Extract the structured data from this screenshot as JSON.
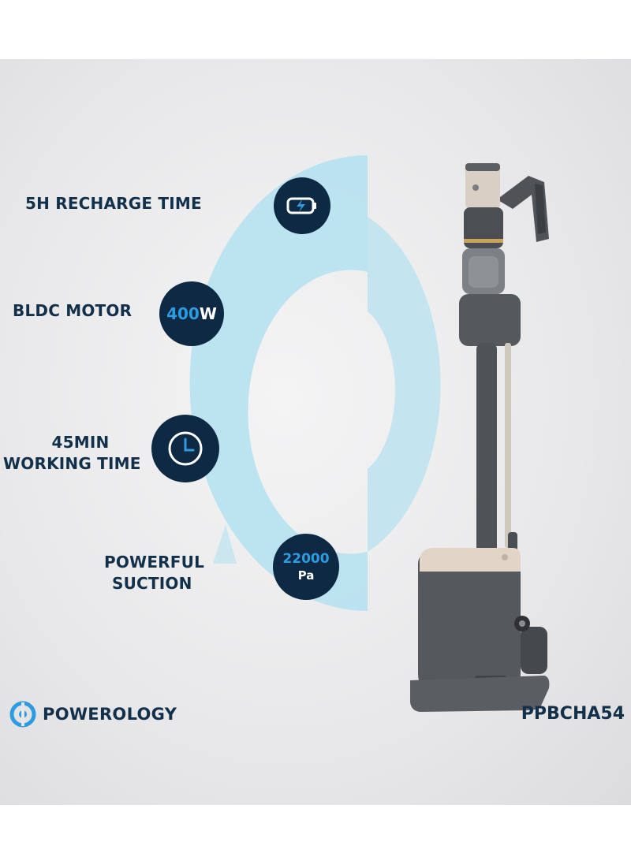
{
  "features": [
    {
      "label": "5H RECHARGE TIME",
      "icon": "battery-charging-icon"
    },
    {
      "label": "BLDC MOTOR",
      "badge_number": "400",
      "badge_unit": "W"
    },
    {
      "label_line1": "45MIN",
      "label_line2": "WORKING TIME",
      "icon": "clock-icon"
    },
    {
      "label_line1": "POWERFUL",
      "label_line2": "SUCTION",
      "badge_number": "22000",
      "badge_unit": "Pa"
    }
  ],
  "brand": {
    "name": "POWEROLOGY",
    "icon": "powerology-logo-icon"
  },
  "model": "PPBCHA54",
  "colors": {
    "navy": "#0e2943",
    "text": "#13304a",
    "accent": "#2e9be0",
    "light_blue": "#b6e1ef"
  }
}
